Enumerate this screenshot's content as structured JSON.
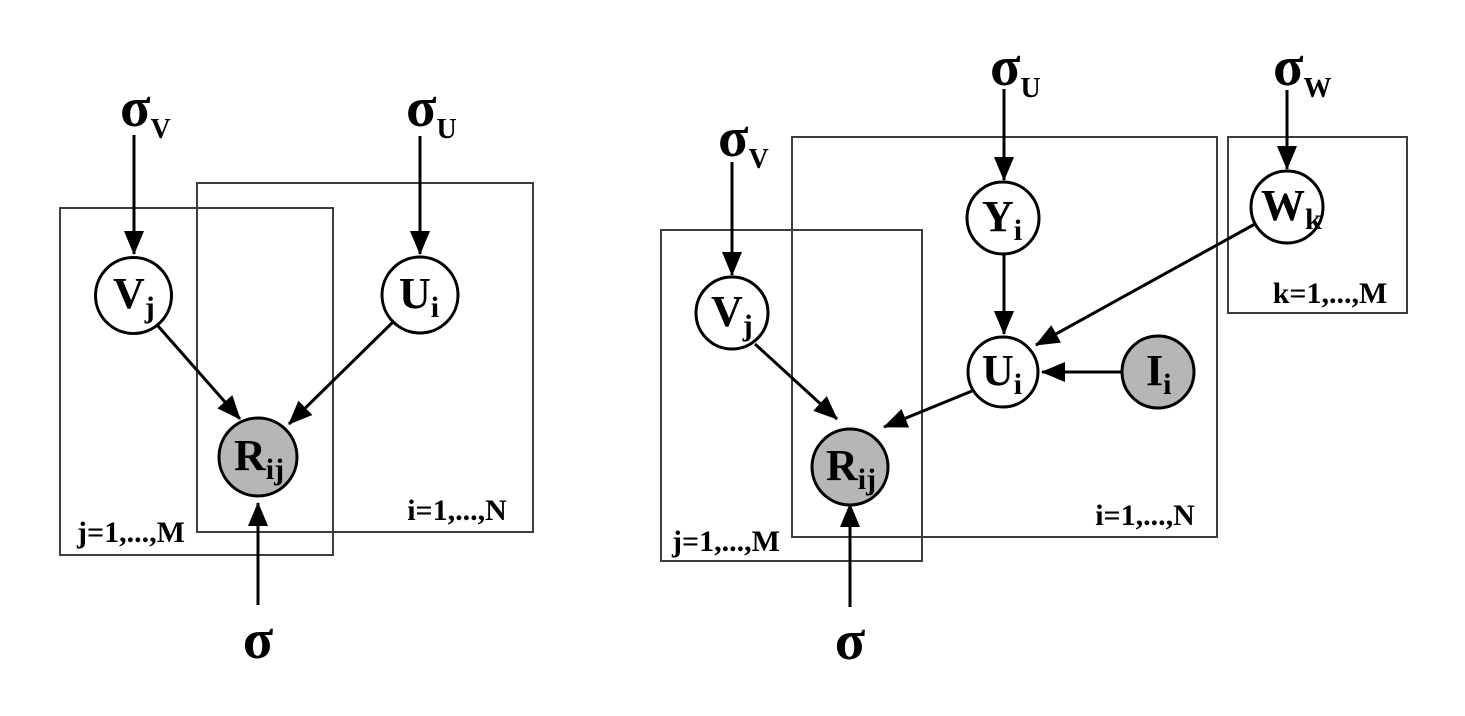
{
  "colors": {
    "background": "#ffffff",
    "observed_fill": "#b6b6b6",
    "latent_fill": "#ffffff",
    "line": "#000000",
    "plate_line": "#3d3d3d"
  },
  "left_model": {
    "hyperparams": {
      "sigma_v": {
        "base": "σ",
        "sub": "V"
      },
      "sigma_u": {
        "base": "σ",
        "sub": "U"
      }
    },
    "nodes": {
      "V": {
        "base": "V",
        "sub": "j"
      },
      "U": {
        "base": "U",
        "sub": "i"
      },
      "R": {
        "base": "R",
        "sub": "ij"
      }
    },
    "noise_label": "σ",
    "plates": {
      "j": "j=1,...,M",
      "i": "i=1,...,N"
    }
  },
  "right_model": {
    "hyperparams": {
      "sigma_v": {
        "base": "σ",
        "sub": "V"
      },
      "sigma_u": {
        "base": "σ",
        "sub": "U"
      },
      "sigma_w": {
        "base": "σ",
        "sub": "W"
      }
    },
    "nodes": {
      "V": {
        "base": "V",
        "sub": "j"
      },
      "Y": {
        "base": "Y",
        "sub": "i"
      },
      "W": {
        "base": "W",
        "sub": "k"
      },
      "U": {
        "base": "U",
        "sub": "i"
      },
      "I": {
        "base": "I",
        "sub": "i"
      },
      "R": {
        "base": "R",
        "sub": "ij"
      }
    },
    "noise_label": "σ",
    "plates": {
      "j": "j=1,...,M",
      "i": "i=1,...,N",
      "k": "k=1,...,M"
    }
  }
}
